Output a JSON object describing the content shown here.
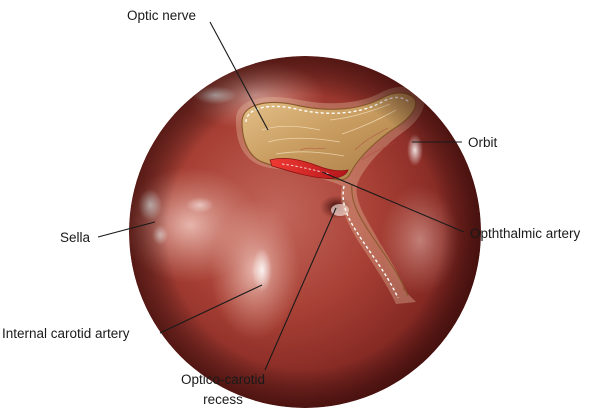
{
  "labels": {
    "optic_nerve": "Optic nerve",
    "orbit": "Orbit",
    "sella": "Sella",
    "ophthalmic_artery": "Opththalmic artery",
    "internal_carotid_artery": "Internal carotid artery",
    "optico_carotid_recess": [
      "Optico-carotid",
      "recess"
    ]
  },
  "colors": {
    "mucosa_dark": "#7a1f1c",
    "mucosa_mid": "#b0463d",
    "mucosa_light": "#dba59a",
    "nerve": "#c9a16a",
    "artery": "#d8242a",
    "label_text": "#1a1a1a"
  }
}
